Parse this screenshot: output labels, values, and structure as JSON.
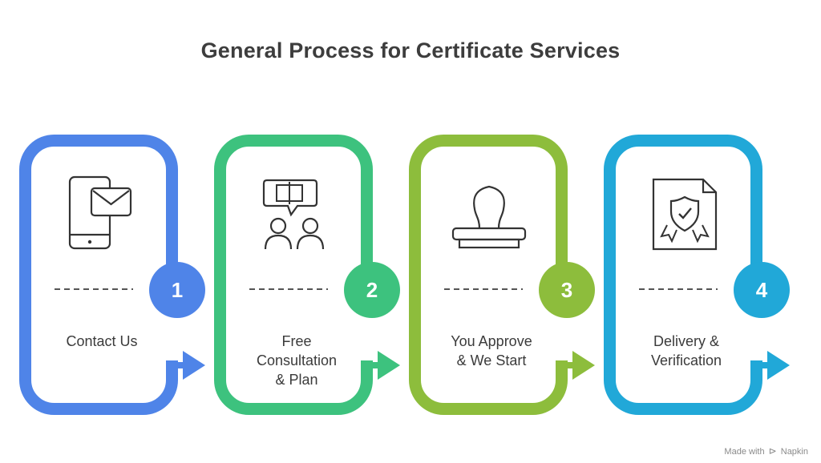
{
  "title": "General Process for Certificate Services",
  "steps": [
    {
      "number": "1",
      "label_lines": [
        "Contact Us"
      ],
      "color": "#4f84e8",
      "icon": "phone-mail-icon"
    },
    {
      "number": "2",
      "label_lines": [
        "Free",
        "Consultation",
        "& Plan"
      ],
      "color": "#3dc27e",
      "icon": "consultation-icon"
    },
    {
      "number": "3",
      "label_lines": [
        "You Approve",
        "& We Start"
      ],
      "color": "#8dbd3c",
      "icon": "stamp-icon"
    },
    {
      "number": "4",
      "label_lines": [
        "Delivery &",
        "Verification"
      ],
      "color": "#21a8d8",
      "icon": "certificate-icon"
    }
  ],
  "credit": {
    "prefix": "Made with",
    "brand": "Napkin",
    "icon": "napkin-logo-icon"
  }
}
